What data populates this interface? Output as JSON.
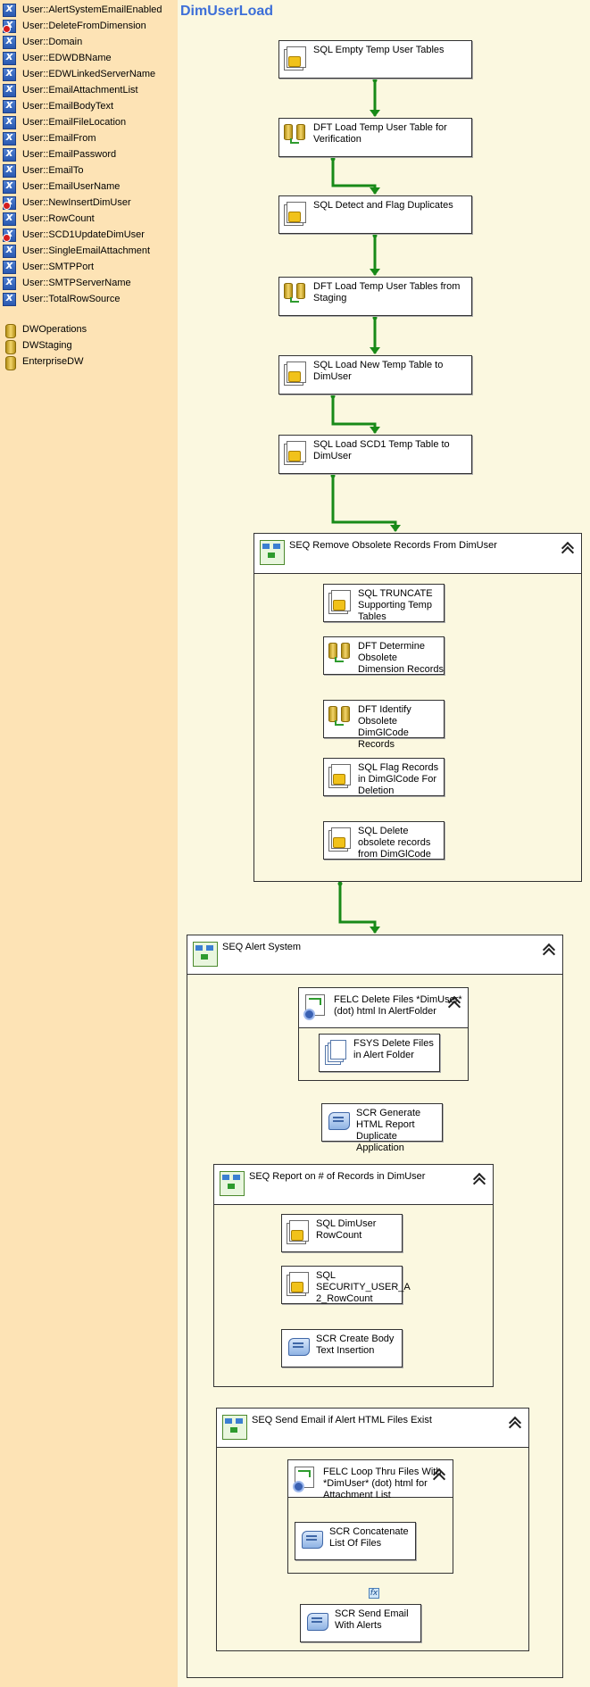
{
  "sidebar": {
    "variables": [
      {
        "name": "User::AlertSystemEmailEnabled",
        "error": false
      },
      {
        "name": "User::DeleteFromDimension",
        "error": true
      },
      {
        "name": "User::Domain",
        "error": false
      },
      {
        "name": "User::EDWDBName",
        "error": false
      },
      {
        "name": "User::EDWLinkedServerName",
        "error": false
      },
      {
        "name": "User::EmailAttachmentList",
        "error": false
      },
      {
        "name": "User::EmailBodyText",
        "error": false
      },
      {
        "name": "User::EmailFileLocation",
        "error": false
      },
      {
        "name": "User::EmailFrom",
        "error": false
      },
      {
        "name": "User::EmailPassword",
        "error": false
      },
      {
        "name": "User::EmailTo",
        "error": false
      },
      {
        "name": "User::EmailUserName",
        "error": false
      },
      {
        "name": "User::NewInsertDimUser",
        "error": true
      },
      {
        "name": "User::RowCount",
        "error": false
      },
      {
        "name": "User::SCD1UpdateDimUser",
        "error": true
      },
      {
        "name": "User::SingleEmailAttachment",
        "error": false
      },
      {
        "name": "User::SMTPPort",
        "error": false
      },
      {
        "name": "User::SMTPServerName",
        "error": false
      },
      {
        "name": "User::TotalRowSource",
        "error": false
      }
    ],
    "connections": [
      "DWOperations",
      "DWStaging",
      "EnterpriseDW"
    ]
  },
  "canvas": {
    "title": "DimUserLoad",
    "tasks": [
      {
        "label": "SQL Empty Temp User Tables",
        "icon": "sql-task-icon"
      },
      {
        "label": "DFT Load Temp User Table for Verification",
        "icon": "data-flow-icon"
      },
      {
        "label": "SQL Detect and Flag Duplicates",
        "icon": "sql-task-icon"
      },
      {
        "label": "DFT Load Temp User Tables from Staging",
        "icon": "data-flow-icon"
      },
      {
        "label": "SQL Load New Temp Table to DimUser",
        "icon": "sql-task-icon"
      },
      {
        "label": "SQL Load SCD1 Temp Table to DimUser",
        "icon": "sql-task-icon"
      }
    ],
    "seq_obsolete": {
      "label": "SEQ Remove Obsolete Records From DimUser",
      "tasks": [
        {
          "label": "SQL TRUNCATE Supporting Temp Tables",
          "icon": "sql-task-icon"
        },
        {
          "label": "DFT Determine Obsolete Dimension Records",
          "icon": "data-flow-icon"
        },
        {
          "label": "DFT Identify Obsolete DimGlCode Records",
          "icon": "data-flow-icon"
        },
        {
          "label": "SQL Flag Records in DimGlCode For Deletion",
          "icon": "sql-task-icon"
        },
        {
          "label": "SQL Delete obsolete records from DimGlCode",
          "icon": "sql-task-icon"
        }
      ]
    },
    "seq_alert": {
      "label": "SEQ Alert System",
      "felc_delete": {
        "label": "FELC Delete Files *DimUser* (dot) html In AlertFolder",
        "child": "FSYS Delete Files in Alert Folder"
      },
      "scr_generate": "SCR Generate HTML Report Duplicate Application",
      "seq_report": {
        "label": "SEQ Report on # of Records in DimUser",
        "tasks": [
          {
            "label": "SQL DimUser RowCount",
            "icon": "sql-task-icon"
          },
          {
            "label": "SQL SECURITY_USER_A 2_RowCount",
            "icon": "sql-task-icon"
          },
          {
            "label": "SCR Create Body Text Insertion",
            "icon": "script-task-icon"
          }
        ]
      },
      "seq_send": {
        "label": "SEQ Send Email if Alert HTML Files Exist",
        "felc_loop": {
          "label": "FELC Loop Thru Files With *DimUser* (dot) html for Attachment List",
          "child": "SCR Concatenate List Of Files"
        },
        "scr_send": "SCR Send Email With Alerts"
      }
    }
  }
}
